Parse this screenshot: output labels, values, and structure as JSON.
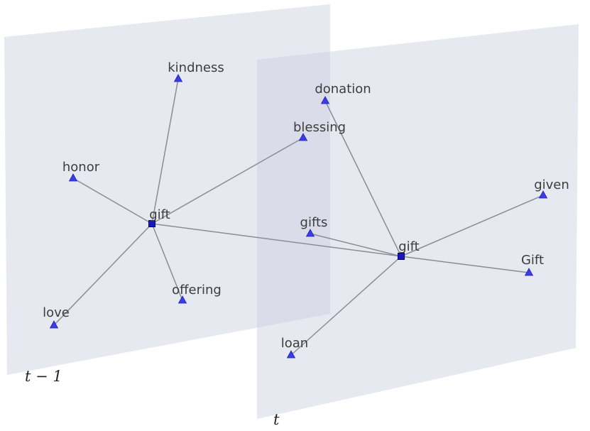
{
  "colors": {
    "plane": "#c9cfe0",
    "edge": "#8a8d96",
    "center_node": "#1a16c8",
    "neighbor_node": "#3b3ce8",
    "label": "#3d3d3d"
  },
  "planes": [
    {
      "id": "prev",
      "label": "t − 1"
    },
    {
      "id": "curr",
      "label": "t"
    }
  ],
  "nodes": {
    "gift_prev": {
      "label": "gift",
      "kind": "center"
    },
    "kindness": {
      "label": "kindness",
      "kind": "neighbor"
    },
    "honor": {
      "label": "honor",
      "kind": "neighbor"
    },
    "blessing": {
      "label": "blessing",
      "kind": "neighbor"
    },
    "offering": {
      "label": "offering",
      "kind": "neighbor"
    },
    "love": {
      "label": "love",
      "kind": "neighbor"
    },
    "gift_curr": {
      "label": "gift",
      "kind": "center"
    },
    "donation": {
      "label": "donation",
      "kind": "neighbor"
    },
    "gifts": {
      "label": "gifts",
      "kind": "neighbor"
    },
    "given": {
      "label": "given",
      "kind": "neighbor"
    },
    "Gift": {
      "label": "Gift",
      "kind": "neighbor"
    },
    "loan": {
      "label": "loan",
      "kind": "neighbor"
    }
  },
  "edges": [
    [
      "gift_prev",
      "kindness"
    ],
    [
      "gift_prev",
      "honor"
    ],
    [
      "gift_prev",
      "blessing"
    ],
    [
      "gift_prev",
      "offering"
    ],
    [
      "gift_prev",
      "love"
    ],
    [
      "gift_prev",
      "gift_curr"
    ],
    [
      "gift_curr",
      "donation"
    ],
    [
      "gift_curr",
      "gifts"
    ],
    [
      "gift_curr",
      "given"
    ],
    [
      "gift_curr",
      "Gift"
    ],
    [
      "gift_curr",
      "loan"
    ]
  ]
}
